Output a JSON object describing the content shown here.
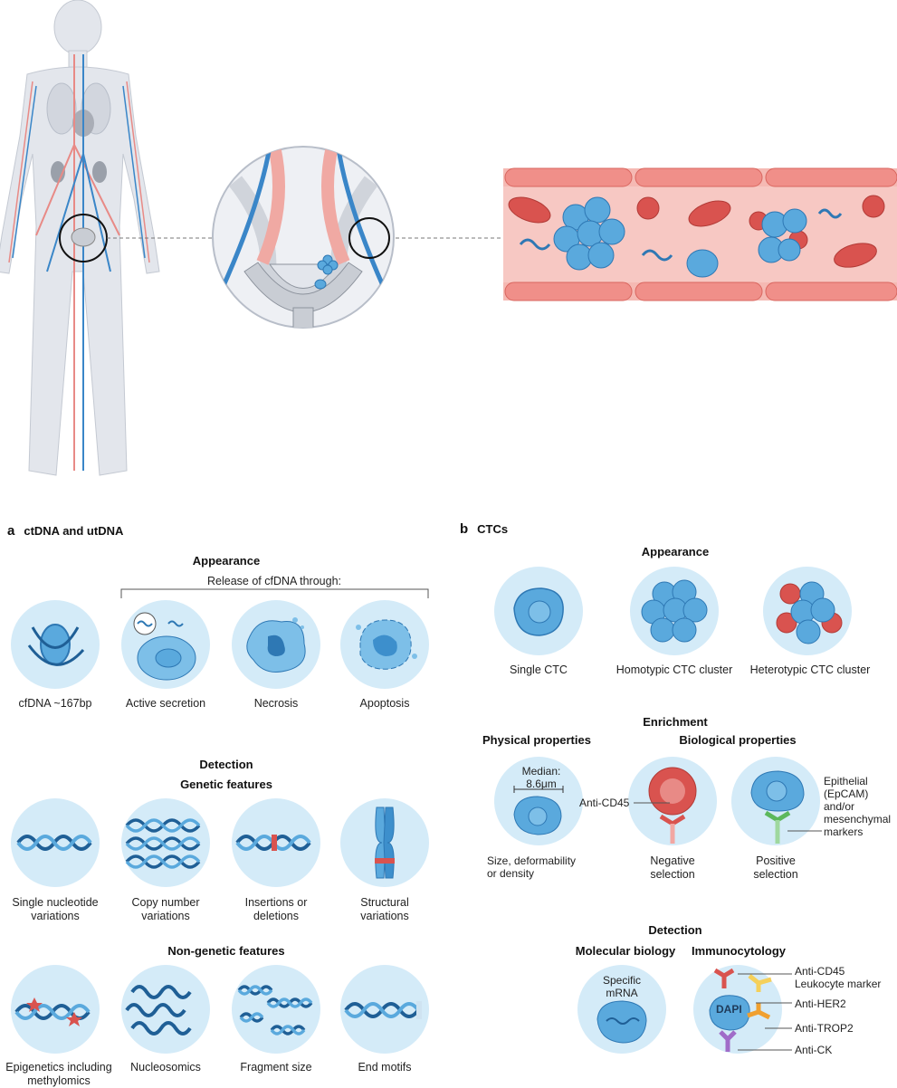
{
  "panel_a": {
    "letter": "a",
    "title": "ctDNA and utDNA",
    "appearance": {
      "heading": "Appearance",
      "release_note": "Release of cfDNA through:",
      "items": [
        "cfDNA ~167bp",
        "Active secretion",
        "Necrosis",
        "Apoptosis"
      ]
    },
    "detection": {
      "heading": "Detection",
      "genetic_heading": "Genetic features",
      "genetic_items": [
        [
          "Single nucleotide",
          "variations"
        ],
        [
          "Copy number",
          "variations"
        ],
        [
          "Insertions or",
          "deletions"
        ],
        [
          "Structural",
          "variations"
        ]
      ],
      "non_genetic_heading": "Non-genetic features",
      "non_genetic_items": [
        [
          "Epigenetics including",
          "methylomics"
        ],
        [
          "Nucleosomics"
        ],
        [
          "Fragment size"
        ],
        [
          "End motifs"
        ]
      ]
    }
  },
  "panel_b": {
    "letter": "b",
    "title": "CTCs",
    "appearance": {
      "heading": "Appearance",
      "items": [
        "Single CTC",
        "Homotypic CTC cluster",
        "Heterotypic CTC cluster"
      ]
    },
    "enrichment": {
      "heading": "Enrichment",
      "physical_heading": "Physical properties",
      "biological_heading": "Biological properties",
      "median_label": [
        "Median:",
        "8.6μm"
      ],
      "physical_caption": [
        "Size, deformability",
        "or density"
      ],
      "anti_cd45": "Anti-CD45",
      "negative_caption": [
        "Negative",
        "selection"
      ],
      "positive_caption": [
        "Positive",
        "selection"
      ],
      "epithelial_note": [
        "Epithelial",
        "(EpCAM)",
        "and/or",
        "mesenchymal",
        "markers"
      ]
    },
    "detection": {
      "heading": "Detection",
      "molecular_heading": "Molecular biology",
      "immuno_heading": "Immunocytology",
      "mrna_label": [
        "Specific",
        "mRNA"
      ],
      "dapi_label": "DAPI",
      "markers": [
        "Anti-CD45",
        "Leukocyte marker",
        "Anti-HER2",
        "Anti-TROP2",
        "Anti-CK"
      ]
    }
  },
  "colors": {
    "circle_bg": "#d4ebf8",
    "cell_blue": "#5aa9dd",
    "cell_dark": "#2e78b4",
    "rbc_red": "#d9534f",
    "vessel_pink": "#f5b9b3"
  }
}
